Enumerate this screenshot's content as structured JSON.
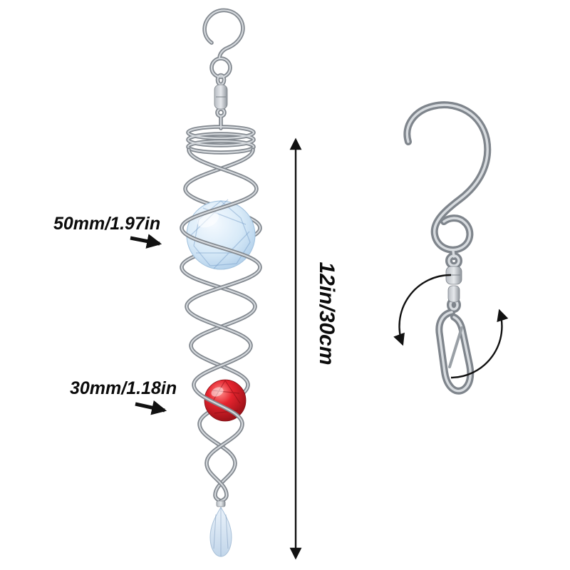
{
  "annotations": {
    "large_ball_size": "50mm/1.97in",
    "small_ball_size": "30mm/1.18in",
    "total_length": "12in/30cm"
  },
  "colors": {
    "background": "#ffffff",
    "text": "#0b0b0b",
    "wire_silver": "#9aa0a6",
    "crystal_blue": "#cfe4f6",
    "crystal_red": "#d81e2a"
  }
}
